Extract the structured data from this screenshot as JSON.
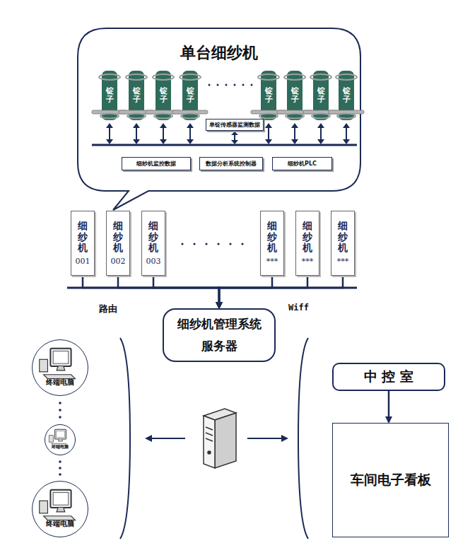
{
  "diagram": {
    "nodes": [
      {
        "text": [
          "单台细纱机"
        ]
      },
      {
        "text": [
          "锭子"
        ],
        "in": 0
      },
      {
        "text": [
          "锭子"
        ],
        "in": 0
      },
      {
        "text": [
          "锭子"
        ],
        "in": 0
      },
      {
        "text": [
          "锭子"
        ],
        "in": 0
      },
      {
        "text": [
          "锭子"
        ],
        "in": 0
      },
      {
        "text": [
          "锭子"
        ],
        "in": 0
      },
      {
        "text": [
          "锭子"
        ],
        "in": 0
      },
      {
        "text": [
          "锭子"
        ],
        "in": 0
      },
      {
        "text": [
          "单锭传感器监测数据"
        ],
        "in": 0
      },
      {
        "text": [
          "细纱机监控数据"
        ],
        "in": 0
      },
      {
        "text": [
          "数据分析系统控制器"
        ],
        "in": 0
      },
      {
        "text": [
          "细纱机PLC"
        ],
        "in": 0
      },
      {
        "text": [
          "细纱机",
          "001"
        ]
      },
      {
        "text": [
          "细纱机",
          "002"
        ]
      },
      {
        "text": [
          "细纱机",
          "003"
        ]
      },
      {
        "text": [
          "细纱机",
          "***"
        ]
      },
      {
        "text": [
          "细纱机",
          "***"
        ]
      },
      {
        "text": [
          "细纱机",
          "***"
        ]
      },
      {
        "text": [
          "细纱机管理系统 服务器"
        ]
      },
      {
        "text": [
          "终端电脑"
        ]
      },
      {
        "text": [
          "终端电脑"
        ]
      },
      {
        "text": [
          "终端电脑"
        ]
      },
      {
        "text": [
          "中 控 室"
        ]
      },
      {
        "text": [
          "车间电子看板"
        ]
      }
    ],
    "edges": [
      {
        "from": 13,
        "to": 19,
        "arrow": "to"
      },
      {
        "from": 14,
        "to": 19,
        "arrow": "to"
      },
      {
        "from": 15,
        "to": 19,
        "arrow": "to"
      },
      {
        "from": 16,
        "to": 19,
        "arrow": "to"
      },
      {
        "from": 17,
        "to": 19,
        "arrow": "to"
      },
      {
        "from": 18,
        "to": 19,
        "arrow": "to"
      },
      {
        "from": 23,
        "to": 24,
        "arrow": "to"
      }
    ],
    "labels": [
      "路由",
      "Wiff"
    ]
  }
}
